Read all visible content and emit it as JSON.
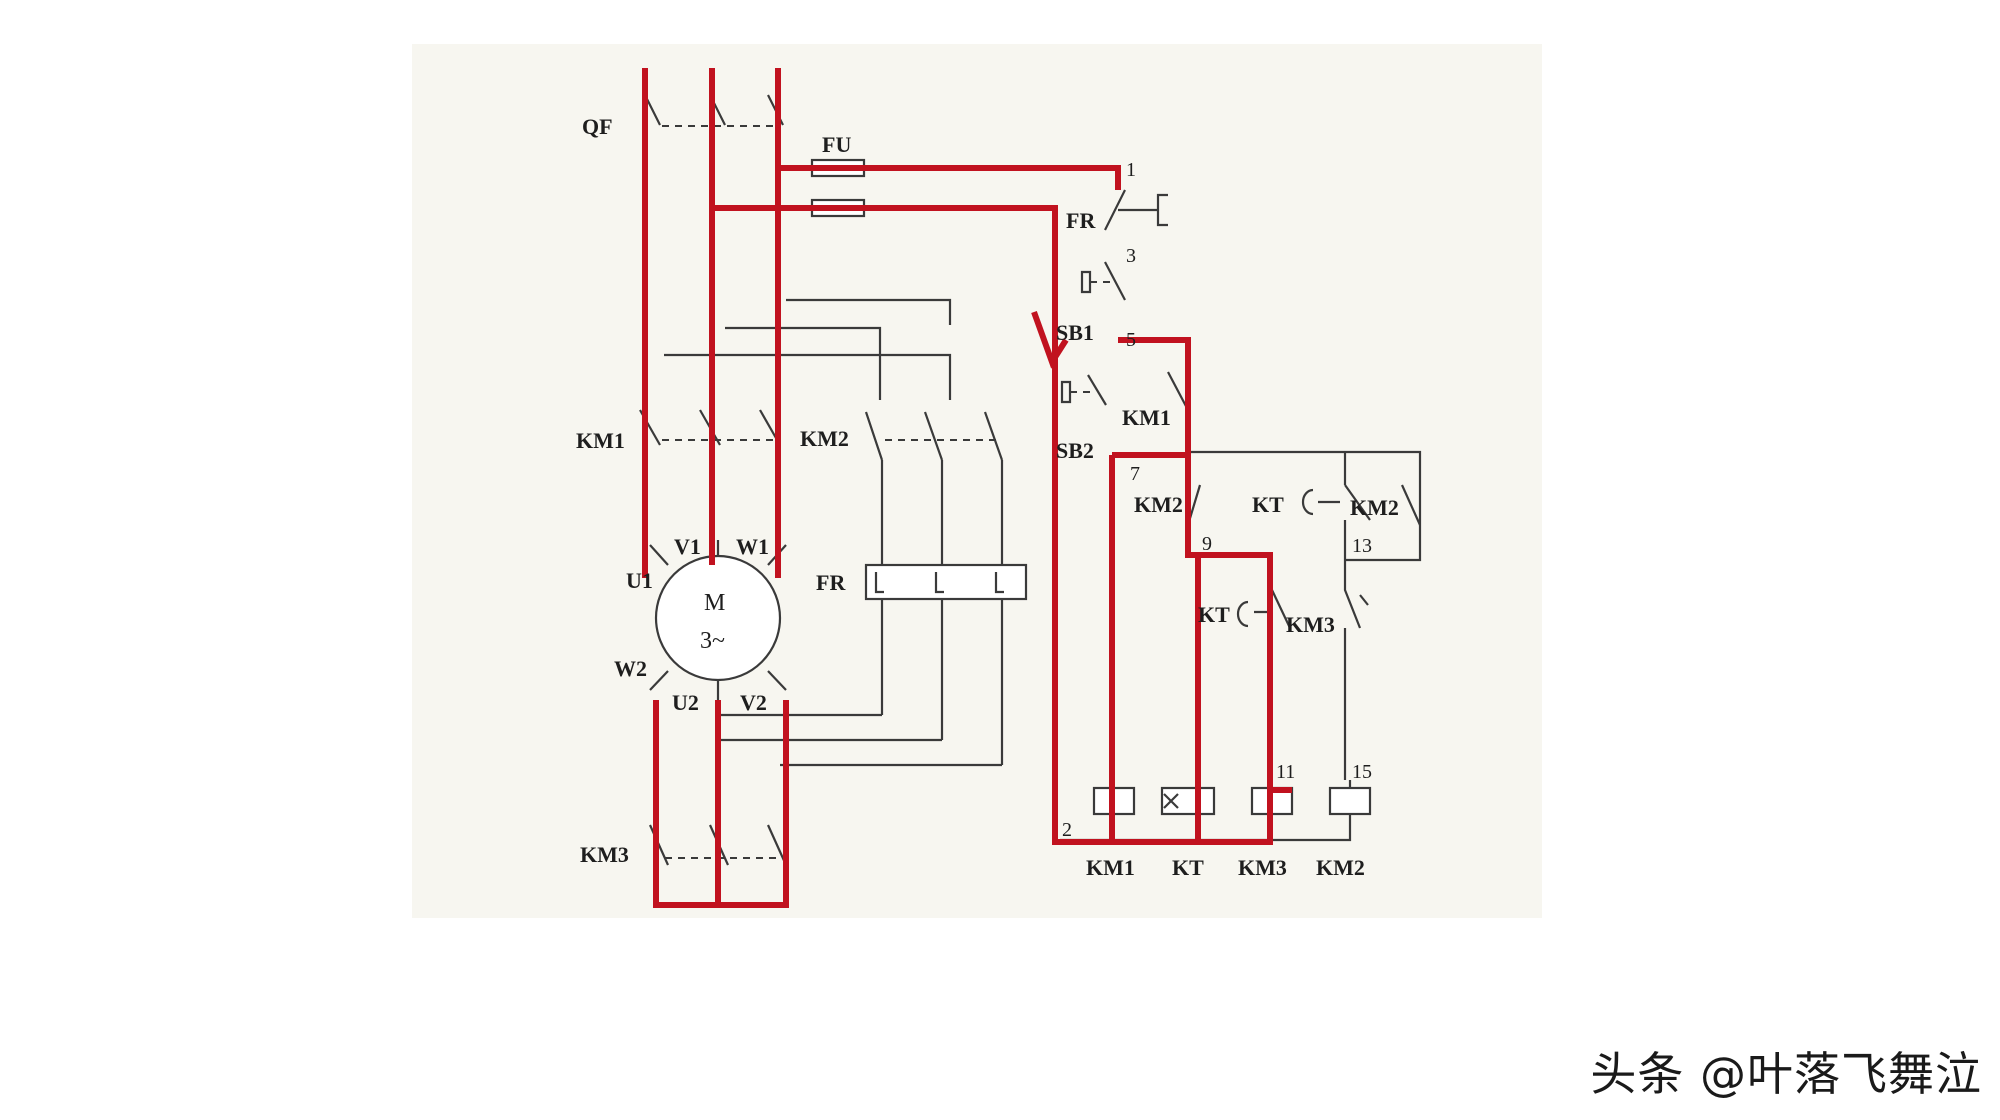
{
  "labels": {
    "qf": "QF",
    "fu": "FU",
    "fr_top": "FR",
    "sb1": "SB1",
    "sb2": "SB2",
    "km1_main": "KM1",
    "km2_main": "KM2",
    "km3_main": "KM3",
    "fr_relay": "FR",
    "km1_aux": "KM1",
    "km2_nc": "KM2",
    "kt_nc": "KT",
    "km2_aux": "KM2",
    "kt_delay": "KT",
    "km3_nc": "KM3",
    "coil_km1": "KM1",
    "coil_kt": "KT",
    "coil_km3": "KM3",
    "coil_km2": "KM2"
  },
  "terminals": {
    "u1": "U1",
    "v1": "V1",
    "w1": "W1",
    "w2": "W2",
    "u2": "U2",
    "v2": "V2"
  },
  "motor": {
    "m": "M",
    "phase": "3~"
  },
  "nodes": {
    "n1": "1",
    "n3": "3",
    "n5": "5",
    "n7": "7",
    "n9": "9",
    "n13": "13",
    "n2": "2",
    "n11": "11",
    "n15": "15"
  },
  "watermark": "头条 @叶落飞舞泣",
  "colors": {
    "highlight": "#c1121f",
    "line": "#3a3a3a",
    "paper": "#f7f6f0"
  }
}
